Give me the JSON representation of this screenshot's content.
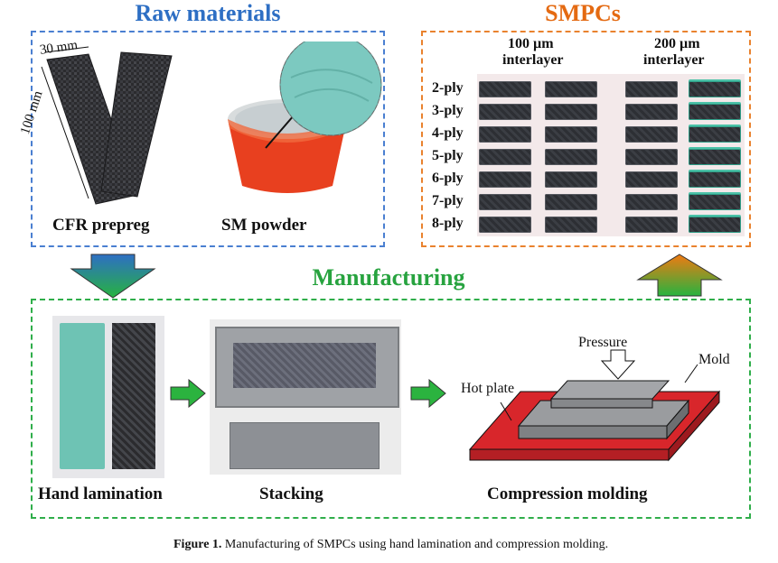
{
  "raw": {
    "title": "Raw materials",
    "width_label": "30 mm",
    "length_label": "100 mm",
    "prepreg_label": "CFR prepreg",
    "powder_label": "SM powder"
  },
  "smpcs": {
    "title": "SMPCs",
    "col1_header_line1": "100 µm",
    "col1_header_line2": "interlayer",
    "col2_header_line1": "200 µm",
    "col2_header_line2": "interlayer",
    "plies": [
      "2-ply",
      "3-ply",
      "4-ply",
      "5-ply",
      "6-ply",
      "7-ply",
      "8-ply"
    ]
  },
  "manufacturing": {
    "title": "Manufacturing",
    "step1_label": "Hand lamination",
    "step2_label": "Stacking",
    "step3_label": "Compression molding",
    "pressure_label": "Pressure",
    "mold_label": "Mold",
    "hot_plate_label": "Hot plate"
  },
  "caption": {
    "prefix": "Figure 1.",
    "text": " Manufacturing of SMPCs using hand lamination and compression molding."
  },
  "colors": {
    "raw_accent": "#2e6fc4",
    "smpcs_accent": "#e46a12",
    "manufacturing_accent": "#27a33f",
    "hot_plate": "#d8262b",
    "mold": "#8a8c8f"
  }
}
